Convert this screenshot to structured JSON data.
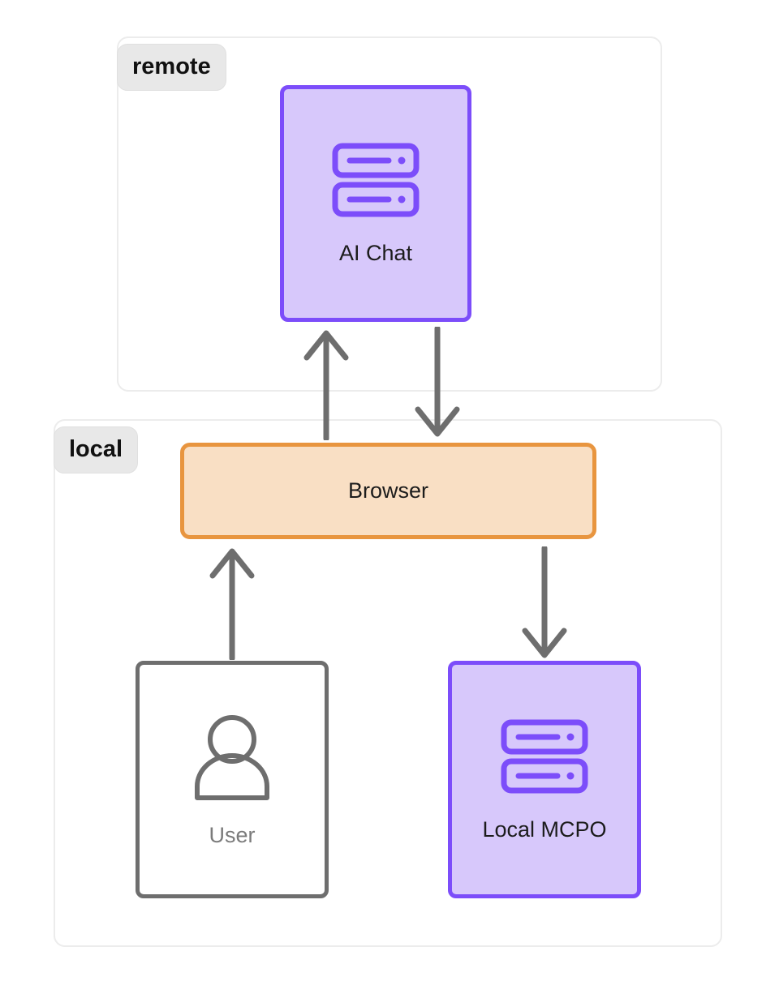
{
  "diagram": {
    "title": "AI Chat / Browser / Local MCPO architecture",
    "colors": {
      "group_border": "#ececec",
      "group_label_bg": "#e8e8e8",
      "purple_border": "#7c4dfa",
      "purple_fill": "#d7c8fb",
      "orange_border": "#e8953f",
      "orange_fill": "#f9dfc4",
      "gray_border": "#6e6e6e",
      "arrow": "#6e6e6e",
      "user_label": "#7b7b7b",
      "node_label": "#1c1c1c"
    },
    "groups": [
      {
        "id": "remote",
        "label": "remote"
      },
      {
        "id": "local",
        "label": "local"
      }
    ],
    "nodes": [
      {
        "id": "ai-chat",
        "label": "AI Chat",
        "icon": "server-icon",
        "group": "remote",
        "shape": "rounded-rect",
        "style": "purple"
      },
      {
        "id": "browser",
        "label": "Browser",
        "icon": "none",
        "group": "local",
        "shape": "rounded-rect",
        "style": "orange"
      },
      {
        "id": "user",
        "label": "User",
        "icon": "person-icon",
        "group": "local",
        "shape": "rounded-rect",
        "style": "outline"
      },
      {
        "id": "local-mcpo",
        "label": "Local MCPO",
        "icon": "server-icon",
        "group": "local",
        "shape": "rounded-rect",
        "style": "purple"
      }
    ],
    "edges": [
      {
        "id": "browser-to-aichat",
        "from": "browser",
        "to": "ai-chat",
        "direction": "up",
        "label": ""
      },
      {
        "id": "aichat-to-browser",
        "from": "ai-chat",
        "to": "browser",
        "direction": "down",
        "label": ""
      },
      {
        "id": "user-to-browser",
        "from": "user",
        "to": "browser",
        "direction": "up",
        "label": ""
      },
      {
        "id": "browser-to-mcpo",
        "from": "browser",
        "to": "local-mcpo",
        "direction": "down",
        "label": ""
      }
    ]
  }
}
